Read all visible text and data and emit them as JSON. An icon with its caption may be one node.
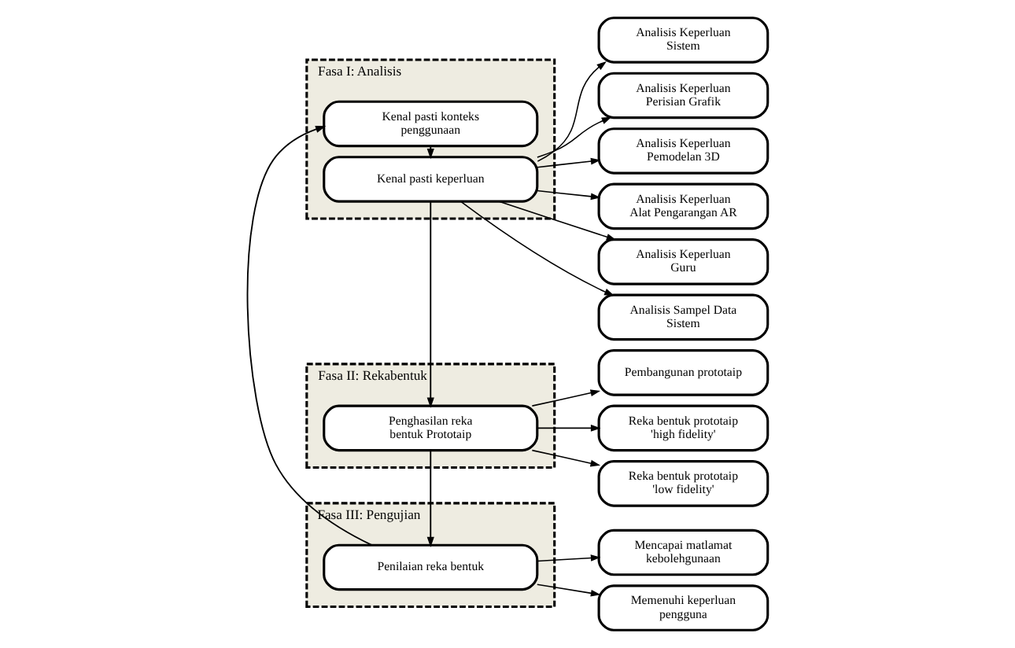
{
  "diagram": {
    "nodes": [
      {
        "text": [
          "Fasa I: Analisis"
        ]
      },
      {
        "text": [
          "Kenal pasti konteks penggunaan"
        ],
        "in": 0
      },
      {
        "text": [
          "Kenal pasti keperluan"
        ],
        "in": 0
      },
      {
        "text": [
          "Analisis Sampel Data Sistem"
        ]
      },
      {
        "text": [
          "Analisis Keperluan Guru"
        ]
      },
      {
        "text": [
          "Analisis Keperluan Alat Pengarangan AR"
        ]
      },
      {
        "text": [
          "Analisis Keperluan Pemodelan 3D"
        ]
      },
      {
        "text": [
          "Analisis Keperluan Perisian Grafik"
        ]
      },
      {
        "text": [
          "Analisis Keperluan Sistem"
        ]
      },
      {
        "text": [
          "Fasa II: Rekabentuk"
        ]
      },
      {
        "text": [
          "Penghasilan reka bentuk Prototaip"
        ],
        "in": 9
      },
      {
        "text": [
          "Reka bentuk prototaip 'low fidelity'"
        ]
      },
      {
        "text": [
          "Reka bentuk prototaip 'high fidelity'"
        ]
      },
      {
        "text": [
          "Pembangunan prototaip"
        ]
      },
      {
        "text": [
          "Fasa III: Pengujian"
        ]
      },
      {
        "text": [
          "Penilaian reka bentuk"
        ],
        "in": 14
      },
      {
        "text": [
          "Memenuhi keperluan pengguna"
        ]
      },
      {
        "text": [
          "Mencapai matlamat kebolehgunaan"
        ]
      }
    ],
    "edges": [
      {
        "from": 1,
        "to": 2,
        "arrow": "to"
      },
      {
        "from": 2,
        "to": 10,
        "arrow": "to"
      },
      {
        "from": 10,
        "to": 15,
        "arrow": "to"
      },
      {
        "from": 15,
        "to": 1,
        "arrow": "to"
      },
      {
        "from": 2,
        "to": 3,
        "arrow": "to"
      },
      {
        "from": 2,
        "to": 4,
        "arrow": "to"
      },
      {
        "from": 2,
        "to": 5,
        "arrow": "to"
      },
      {
        "from": 2,
        "to": 6,
        "arrow": "to"
      },
      {
        "from": 2,
        "to": 7,
        "arrow": "to"
      },
      {
        "from": 2,
        "to": 8,
        "arrow": "to"
      },
      {
        "from": 10,
        "to": 11,
        "arrow": "to"
      },
      {
        "from": 10,
        "to": 12,
        "arrow": "to"
      },
      {
        "from": 10,
        "to": 13,
        "arrow": "to"
      },
      {
        "from": 15,
        "to": 16,
        "arrow": "to"
      },
      {
        "from": 15,
        "to": 17,
        "arrow": "to"
      }
    ]
  }
}
